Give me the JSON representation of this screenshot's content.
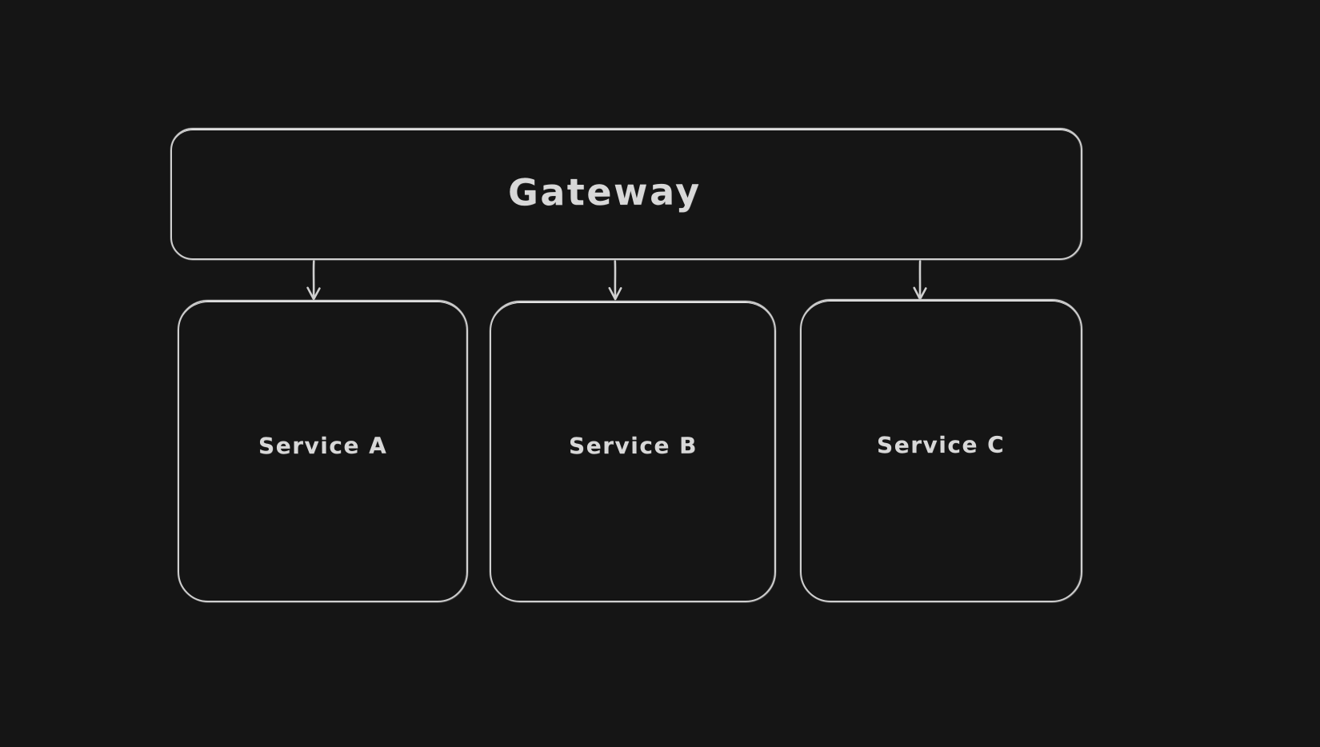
{
  "diagram": {
    "type": "flowchart",
    "theme": "dark",
    "colors": {
      "background": "#151515",
      "stroke": "#cfcfcf",
      "text": "#d8d8d8"
    },
    "nodes": {
      "gateway": {
        "label": "Gateway"
      },
      "service_a": {
        "label": "Service A"
      },
      "service_b": {
        "label": "Service B"
      },
      "service_c": {
        "label": "Service C"
      }
    },
    "edges": [
      {
        "from": "Gateway",
        "to": "Service A",
        "direction": "down",
        "style": "arrow"
      },
      {
        "from": "Gateway",
        "to": "Service B",
        "direction": "down",
        "style": "arrow"
      },
      {
        "from": "Gateway",
        "to": "Service C",
        "direction": "down",
        "style": "arrow"
      }
    ]
  }
}
